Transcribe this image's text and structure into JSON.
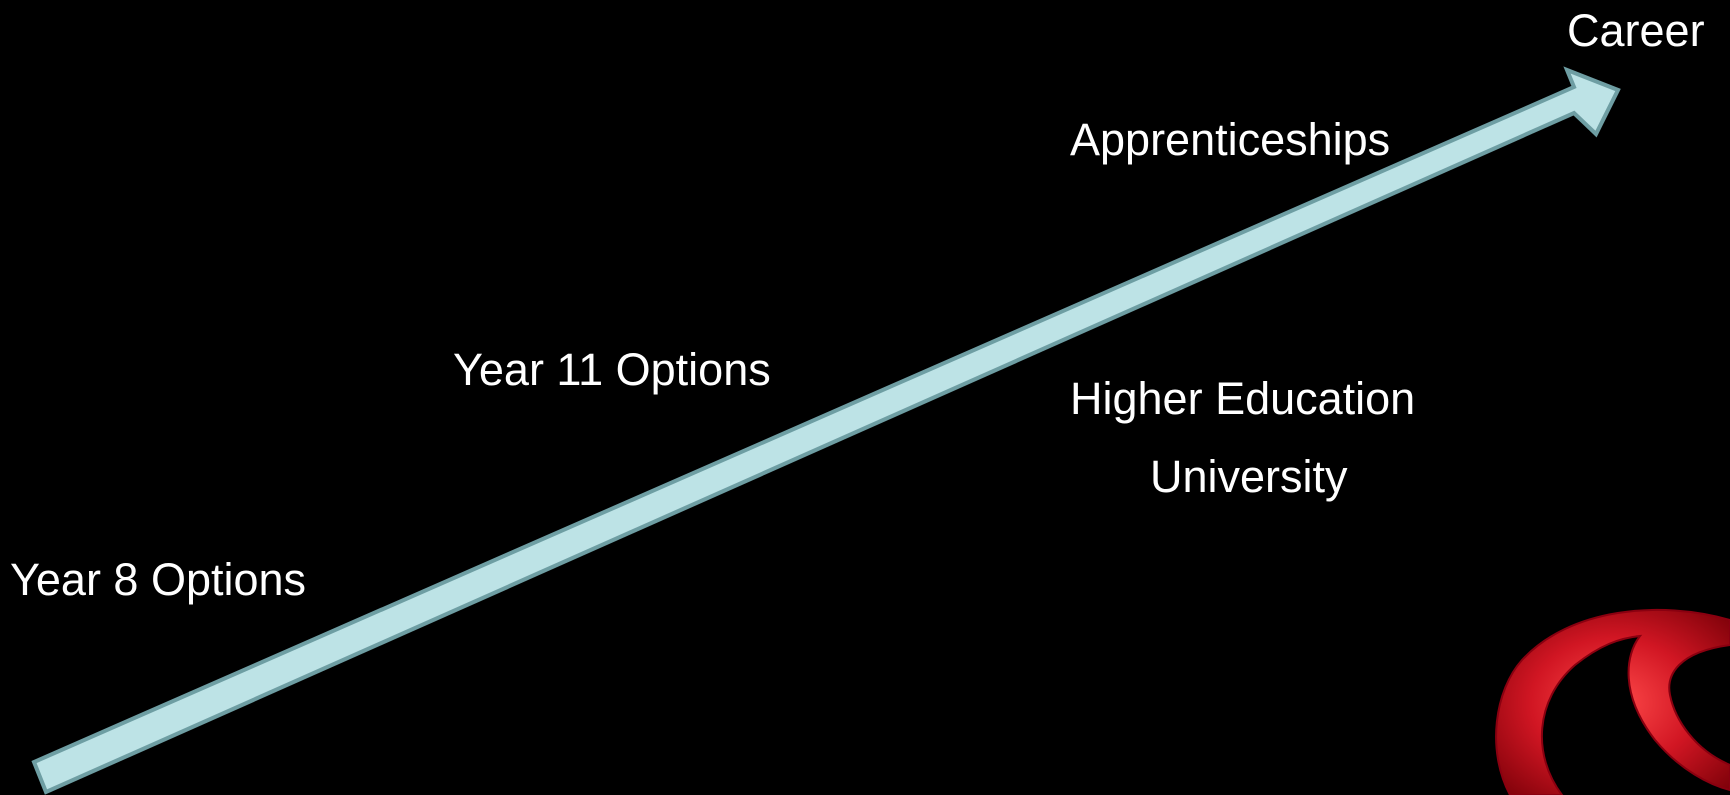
{
  "diagram": {
    "labels": {
      "career": "Career",
      "apprenticeships": "Apprenticeships",
      "year11": "Year 11 Options",
      "higher_education": "Higher Education",
      "university": "University",
      "year8": "Year 8 Options"
    },
    "colors": {
      "background": "#000000",
      "text": "#ffffff",
      "arrow_fill": "#bde3e6",
      "arrow_stroke": "#6e9ea3",
      "logo_red": "#c8101e"
    },
    "icons": {
      "arrow": "progression-arrow-icon",
      "logo": "red-swoosh-logo-icon"
    }
  }
}
